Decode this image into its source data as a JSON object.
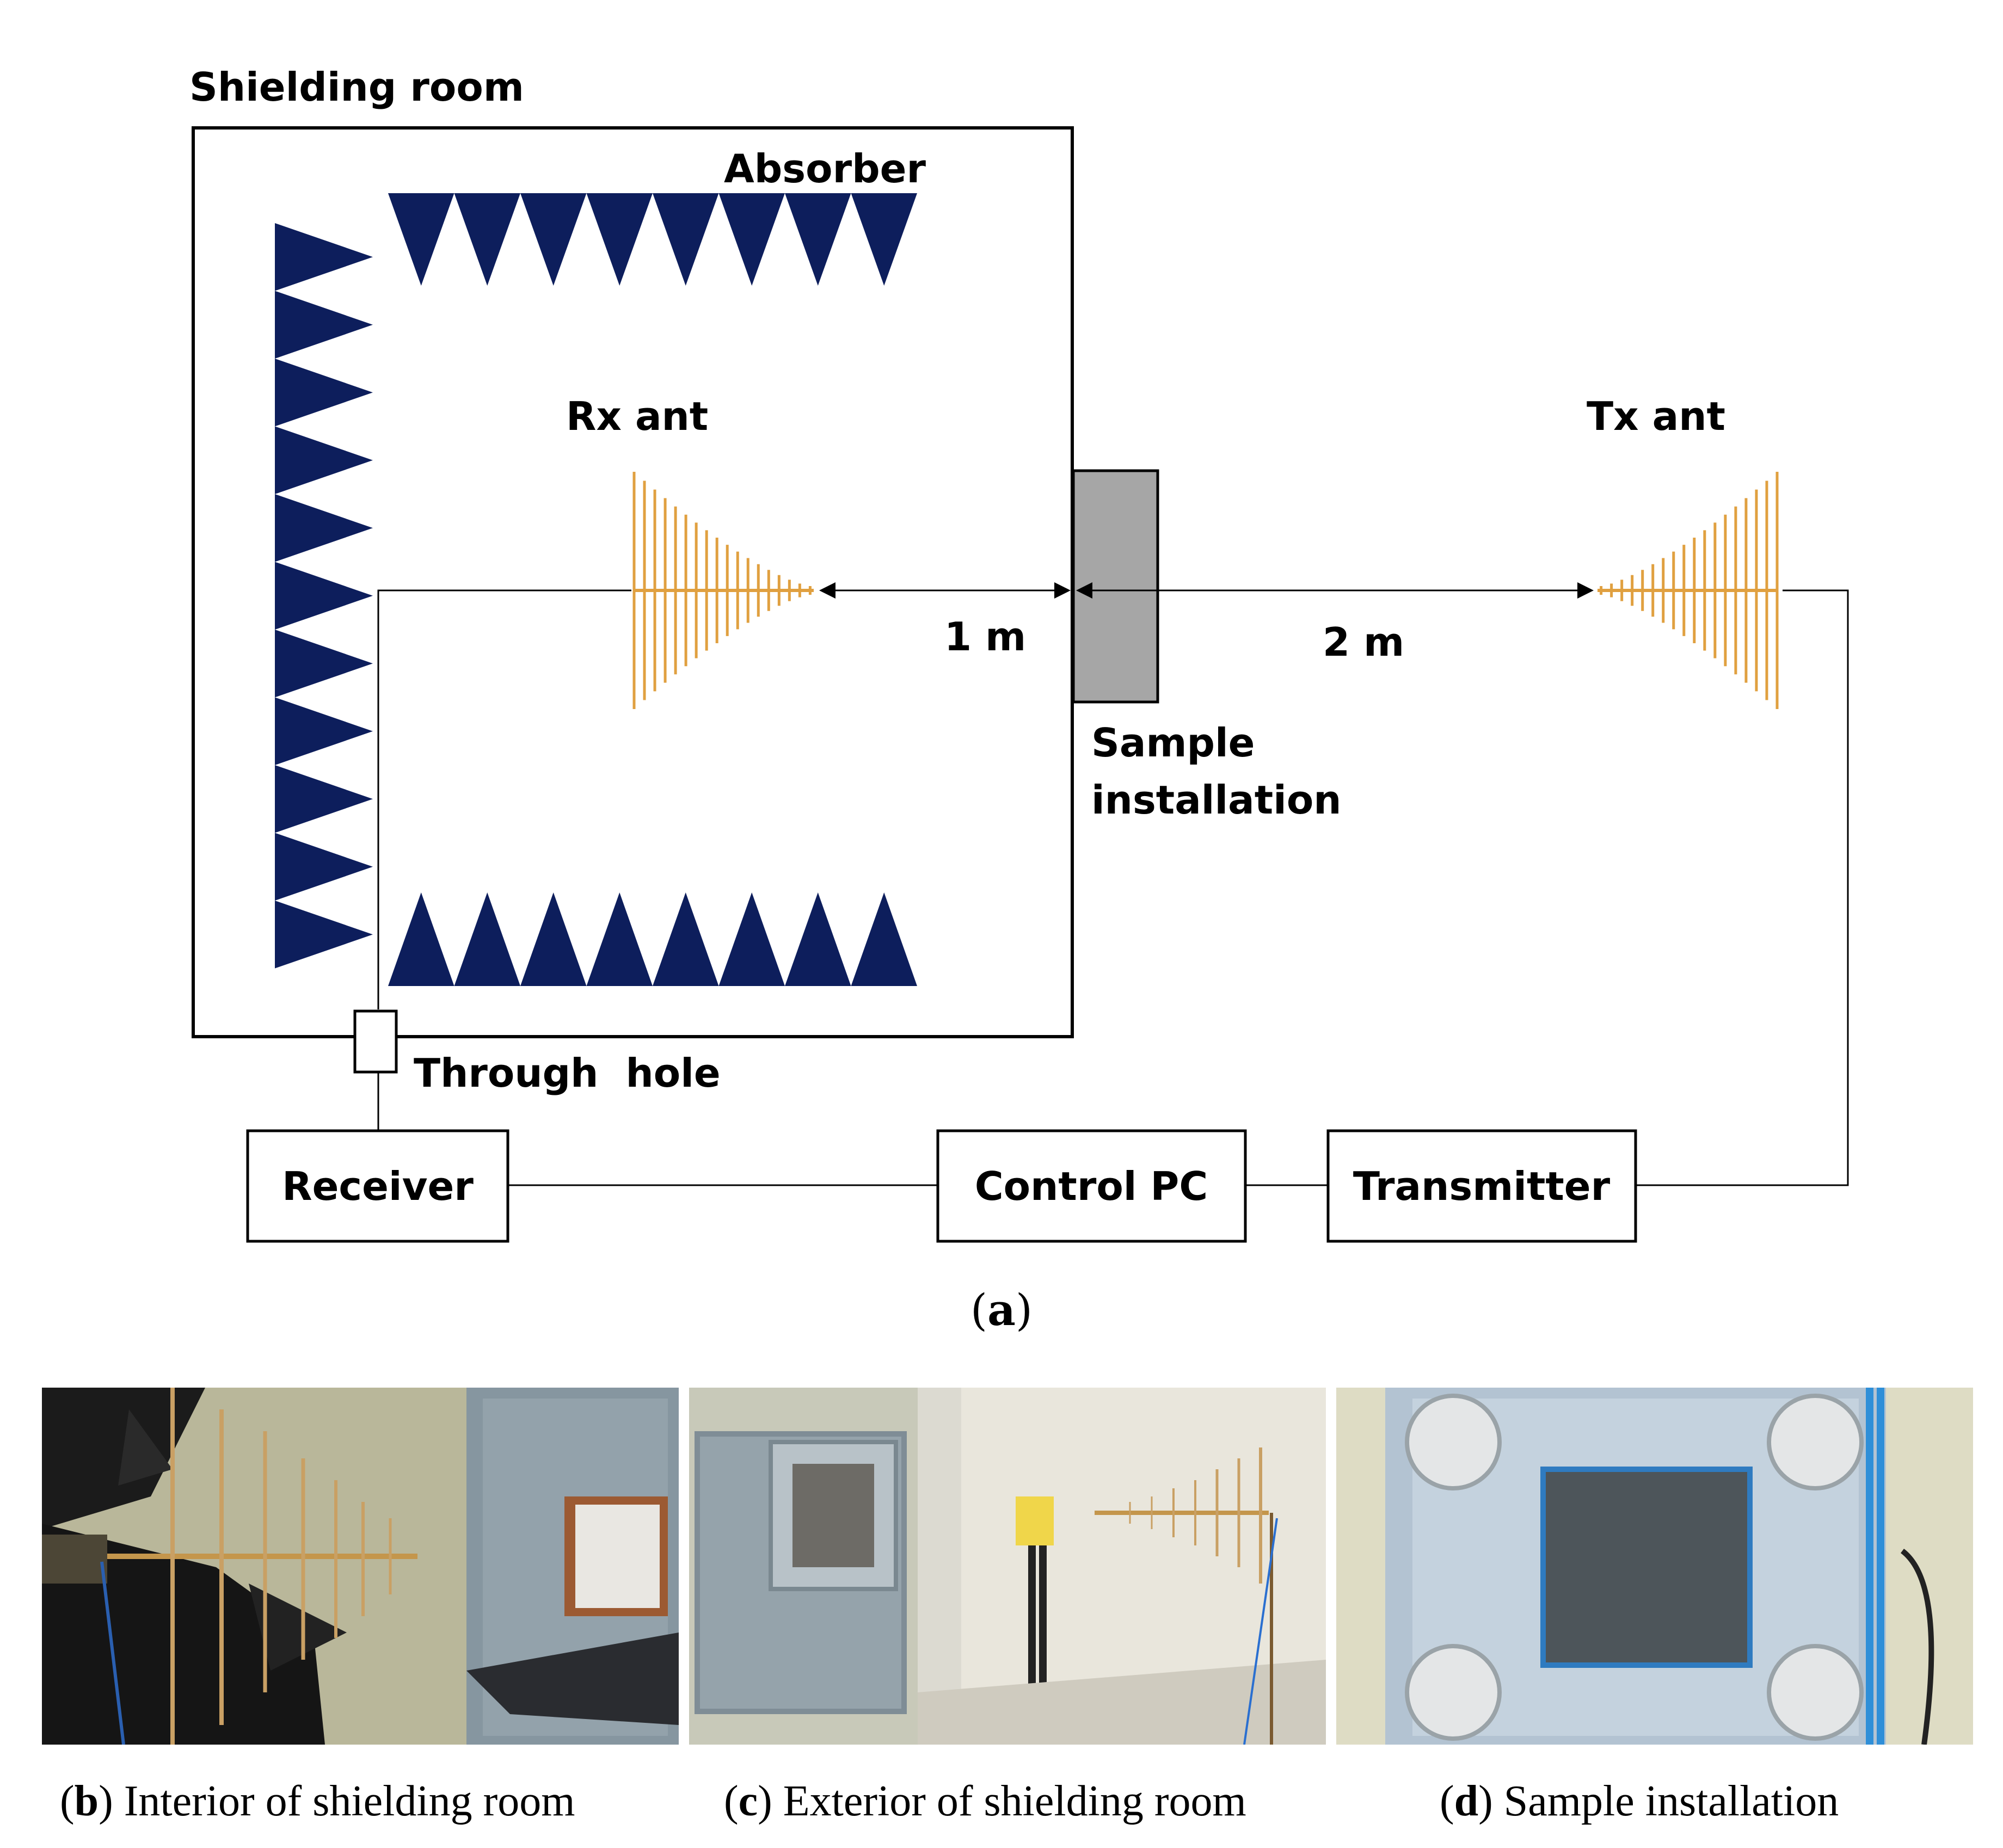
{
  "diagram": {
    "room_title": "Shielding room",
    "absorber_label": "Absorber",
    "rx_ant_label": "Rx ant",
    "tx_ant_label": "Tx ant",
    "dist_rx_label": "1 m",
    "dist_tx_label": "2 m",
    "sample_label_line1": "Sample",
    "sample_label_line2": "installation",
    "through_hole_label": "Through  hole",
    "receiver_label": "Receiver",
    "control_pc_label": "Control PC",
    "transmitter_label": "Transmitter",
    "caption_letter": "a",
    "colors": {
      "absorber": "#0d1e5c",
      "antenna": "#e0a040",
      "sample": "#a6a6a6",
      "line": "#000000"
    }
  },
  "photos": [
    {
      "letter": "b",
      "caption": "Interior of shielding room"
    },
    {
      "letter": "c",
      "caption": "Exterior of shielding room"
    },
    {
      "letter": "d",
      "caption": "Sample installation"
    }
  ]
}
